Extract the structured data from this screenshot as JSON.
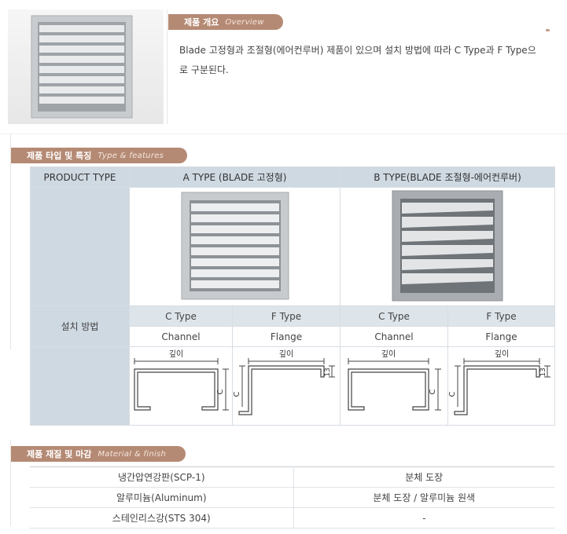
{
  "overview": {
    "title_ko": "제품 개요",
    "title_en": "Overview",
    "description": "Blade 고정형과 조절형(에어컨루버) 제품이 있으며 설치 방법에 따라 C Type과 F Type으로 구분된다."
  },
  "types": {
    "title_ko": "제품 타입 및 특징",
    "title_en": "Type & features",
    "header_product": "PRODUCT TYPE",
    "header_a": "A TYPE (BLADE 고정형)",
    "header_b": "B TYPE(BLADE 조절형-에어컨루버)",
    "install_label": "설치 방법",
    "columns": [
      {
        "type": "C Type",
        "method": "Channel"
      },
      {
        "type": "F Type",
        "method": "Flange"
      },
      {
        "type": "C Type",
        "method": "Channel"
      },
      {
        "type": "F Type",
        "method": "Flange"
      }
    ],
    "diagram_labels": {
      "depth": "깊이",
      "c": "C",
      "thirteen": "13"
    }
  },
  "materials": {
    "title_ko": "제품 재질 및 마감",
    "title_en": "Material & finish",
    "rows": [
      {
        "material": "냉간압연강판(SCP-1)",
        "finish": "분체 도장"
      },
      {
        "material": "알루미늄(Aluminum)",
        "finish": "분체 도장 / 알루미늄 원색"
      },
      {
        "material": "스테인리스강(STS 304)",
        "finish": "-"
      }
    ]
  },
  "colors": {
    "accent": "#b58a74",
    "header_bg": "#cfd9e2",
    "sub_bg": "#dde4ea"
  }
}
